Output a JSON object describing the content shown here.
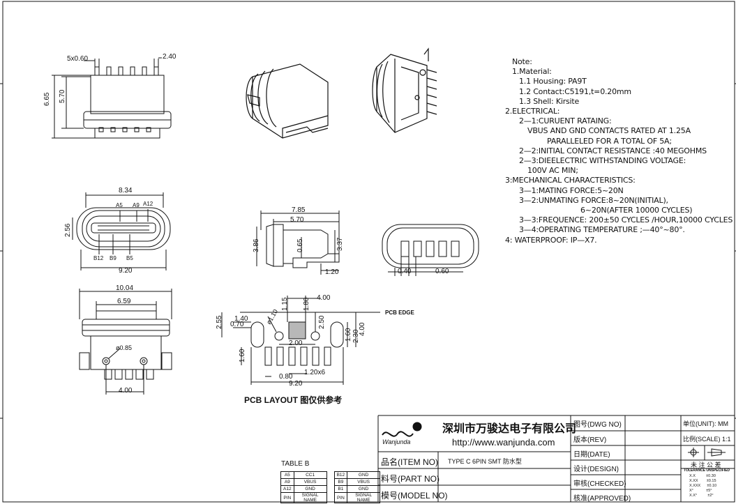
{
  "notes": [
    "Note:",
    "1.Material:",
    "1.1  Housing:  PA9T",
    "1.2  Contact:C5191,t=0.20mm",
    "1.3  Shell:  Kirsite",
    "2.ELECTRICAL:",
    "2—1:CURUENT  RATAING:",
    "VBUS  AND  GND  CONTACTS  RATED  AT  1.25A",
    "PARALLELED  FOR  A  TOTAL  OF  5A;",
    "2—2:INITIAL  CONTACT  RESISTANCE  :40  MEGOHMS",
    "2—3:DIEELECTRIC  WITHSTANDING  VOLTAGE:",
    "100V  AC  MIN;",
    "3:MECHANICAL  CHARACTERISTICS:",
    "3—1:MATING  FORCE:5~20N",
    "3—2:UNMATING  FORCE:8~20N(INITIAL),",
    "6~20N(AFTER  10000  CYCLES)",
    "3—3:FREQUENCE:  200±50  CYCLES  /HOUR,10000  CYCLES",
    "3—4:OPERATING  TEMPERATURE  ;—40°~80°.",
    "4:  WATERPROOF:  IP—X7."
  ],
  "dims": {
    "top_pins": "5x0.60",
    "top_pitch": "2.40",
    "top_h1": "6.65",
    "top_h2": "5.70",
    "front_w": "8.34",
    "front_h": "2.56",
    "front_w2": "9.20",
    "pin_a5": "A5",
    "pin_a9": "A9",
    "pin_a12": "A12",
    "pin_b12": "B12",
    "pin_b9": "B9",
    "pin_b5": "B5",
    "side_w1": "7.85",
    "side_w2": "5.70",
    "side_h1": "3.86",
    "side_h2": "0.65",
    "side_h3": "3.37",
    "side_w3": "1.20",
    "rear_w1": "0.40",
    "rear_w2": "0.60",
    "bot_w1": "10.04",
    "bot_w2": "6.59",
    "bot_hole": "ø0.85",
    "bot_w3": "4.00",
    "pcb_w1": "4.00",
    "pcb_h1": "1.15",
    "pcb_h2": "1.80",
    "pcb_edge": "PCB EDGE",
    "pcb_h3": "2.55",
    "pcb_w4": "1.40",
    "pcb_w5": "0.70",
    "pcb_d1": "ø1.10",
    "pcb_h4": "2.50",
    "pcb_w6": "2.00",
    "pcb_h5": "1.60",
    "pcb_h6": "2.30",
    "pcb_h7": "4.00",
    "pcb_h8": "1.60",
    "pcb_w7": "0.80",
    "pcb_w8": "1.20x6",
    "pcb_w9": "9.20"
  },
  "pcb_caption": "PCB LAYOUT  图仅供参考",
  "title_block": {
    "company": "深圳市万骏达电子有限公司",
    "url": "http://www.wanjunda.com",
    "logo": "Wanjunda",
    "item_label": "品名(ITEM NO)",
    "item_value": "TYPE C 6PIN SMT 防水型",
    "part_label": "料号(PART NO)",
    "model_label": "模号(MODEL NO)",
    "dwg_label": "图号(DWG NO)",
    "rev_label": "版本(REV)",
    "date_label": "日期(DATE)",
    "design_label": "设计(DESIGN)",
    "checked_label": "审核(CHECKED)",
    "approved_label": "核准(APPROVED)",
    "unit_label": "单位(UNIT)",
    "unit_value": "MM",
    "scale_label": "比例(SCALE)",
    "scale_value": "1:1",
    "tol_title": "未 注 公 差",
    "tol_sub": "TOLERANCE UNSPECIFIED",
    "tol_rows": [
      [
        "X.X",
        "±0.30"
      ],
      [
        "X.XX",
        "±0.15"
      ],
      [
        "X.XXX",
        "±0.10"
      ],
      [
        "X°",
        "±5°"
      ],
      [
        "X.X°",
        "±2°"
      ]
    ]
  },
  "table_b": {
    "title": "TABLE B",
    "rows": [
      [
        "A5",
        "CC1",
        "B12",
        "GND"
      ],
      [
        "A9",
        "VBUS",
        "B9",
        "VBUS"
      ],
      [
        "A12",
        "GND",
        "B1",
        "GND"
      ],
      [
        "PIN",
        "SIGNAL NAME",
        "PIN",
        "SIGNAL NAME"
      ]
    ]
  }
}
